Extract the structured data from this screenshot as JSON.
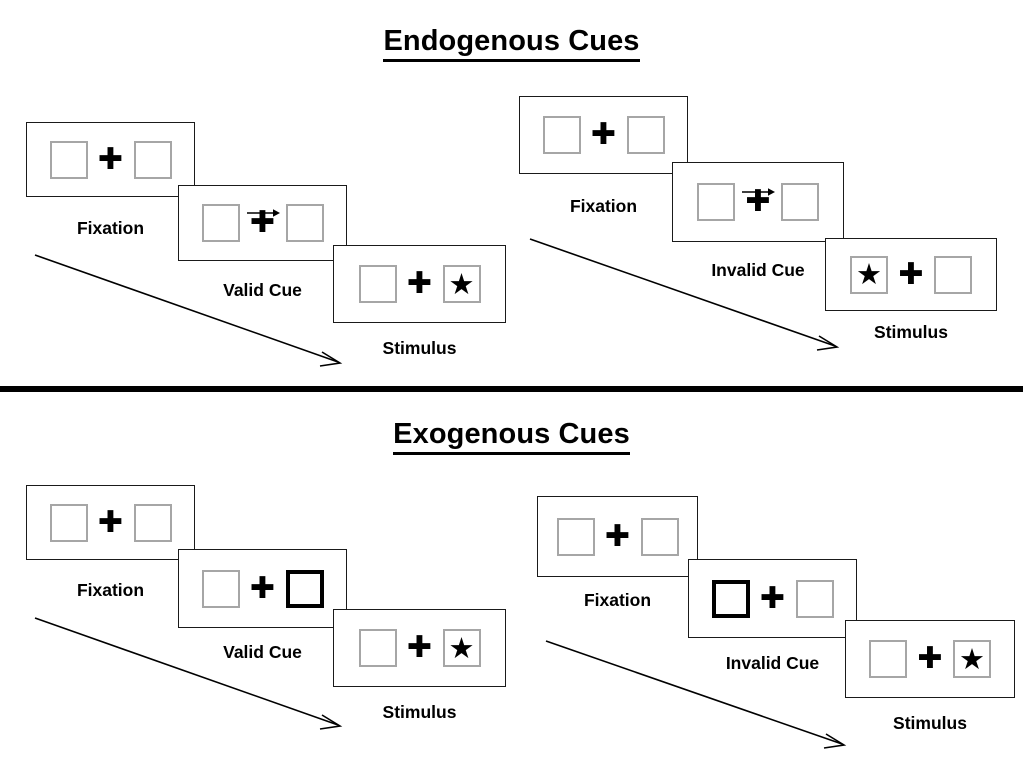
{
  "sections": [
    {
      "id": "endogenous",
      "title": "Endogenous Cues",
      "cue_type": "arrow",
      "groups": [
        {
          "id": "endogenous-valid",
          "panels": [
            {
              "id": "endo-valid-fixation",
              "caption": "Fixation",
              "left_box": "empty",
              "right_box": "empty",
              "center_glyph": "plus",
              "arrow": "none"
            },
            {
              "id": "endo-valid-cue",
              "caption": "Valid Cue",
              "left_box": "empty",
              "right_box": "empty",
              "center_glyph": "plus",
              "arrow": "right"
            },
            {
              "id": "endo-valid-stimulus",
              "caption": "Stimulus",
              "left_box": "empty",
              "right_box": "star",
              "center_glyph": "plus",
              "arrow": "none"
            }
          ]
        },
        {
          "id": "endogenous-invalid",
          "panels": [
            {
              "id": "endo-invalid-fixation",
              "caption": "Fixation",
              "left_box": "empty",
              "right_box": "empty",
              "center_glyph": "plus",
              "arrow": "none"
            },
            {
              "id": "endo-invalid-cue",
              "caption": "Invalid Cue",
              "left_box": "empty",
              "right_box": "empty",
              "center_glyph": "plus",
              "arrow": "right"
            },
            {
              "id": "endo-invalid-stimulus",
              "caption": "Stimulus",
              "left_box": "star",
              "right_box": "empty",
              "center_glyph": "plus",
              "arrow": "none"
            }
          ]
        }
      ]
    },
    {
      "id": "exogenous",
      "title": "Exogenous Cues",
      "cue_type": "box-highlight",
      "groups": [
        {
          "id": "exogenous-valid",
          "panels": [
            {
              "id": "exo-valid-fixation",
              "caption": "Fixation",
              "left_box": "empty",
              "right_box": "empty",
              "center_glyph": "plus",
              "arrow": "none"
            },
            {
              "id": "exo-valid-cue",
              "caption": "Valid Cue",
              "left_box": "empty",
              "right_box": "cued",
              "center_glyph": "plus",
              "arrow": "none"
            },
            {
              "id": "exo-valid-stimulus",
              "caption": "Stimulus",
              "left_box": "empty",
              "right_box": "star",
              "center_glyph": "plus",
              "arrow": "none"
            }
          ]
        },
        {
          "id": "exogenous-invalid",
          "panels": [
            {
              "id": "exo-invalid-fixation",
              "caption": "Fixation",
              "left_box": "empty",
              "right_box": "empty",
              "center_glyph": "plus",
              "arrow": "none"
            },
            {
              "id": "exo-invalid-cue",
              "caption": "Invalid Cue",
              "left_box": "cued",
              "right_box": "empty",
              "center_glyph": "plus",
              "arrow": "none"
            },
            {
              "id": "exo-invalid-stimulus",
              "caption": "Stimulus",
              "left_box": "empty",
              "right_box": "star",
              "center_glyph": "plus",
              "arrow": "none"
            }
          ]
        }
      ]
    }
  ],
  "glyphs": {
    "plus": "✚",
    "star": "★"
  },
  "colors": {
    "ink": "#000000",
    "panel_border": "#1a1a1a",
    "box_border": "#a6a6a6",
    "cued_box_border": "#000000",
    "background": "#ffffff"
  },
  "captions": {
    "fixation": "Fixation",
    "valid_cue": "Valid Cue",
    "invalid_cue": "Invalid Cue",
    "stimulus": "Stimulus"
  }
}
